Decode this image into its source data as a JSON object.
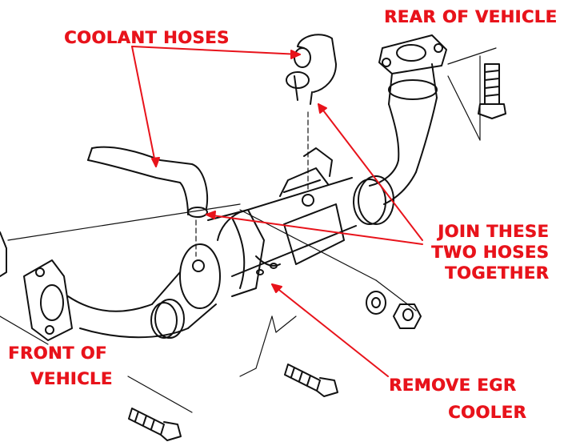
{
  "labels": {
    "rear": "REAR OF VEHICLE",
    "coolant": "COOLANT HOSES",
    "join": [
      "JOIN THESE",
      "TWO HOSES",
      "TOGETHER"
    ],
    "front": [
      "FRONT OF",
      "VEHICLE"
    ],
    "remove": [
      "REMOVE EGR",
      "COOLER"
    ]
  },
  "colors": {
    "annotation": "#e8131b",
    "line_art": "#111111",
    "background": "#ffffff"
  }
}
